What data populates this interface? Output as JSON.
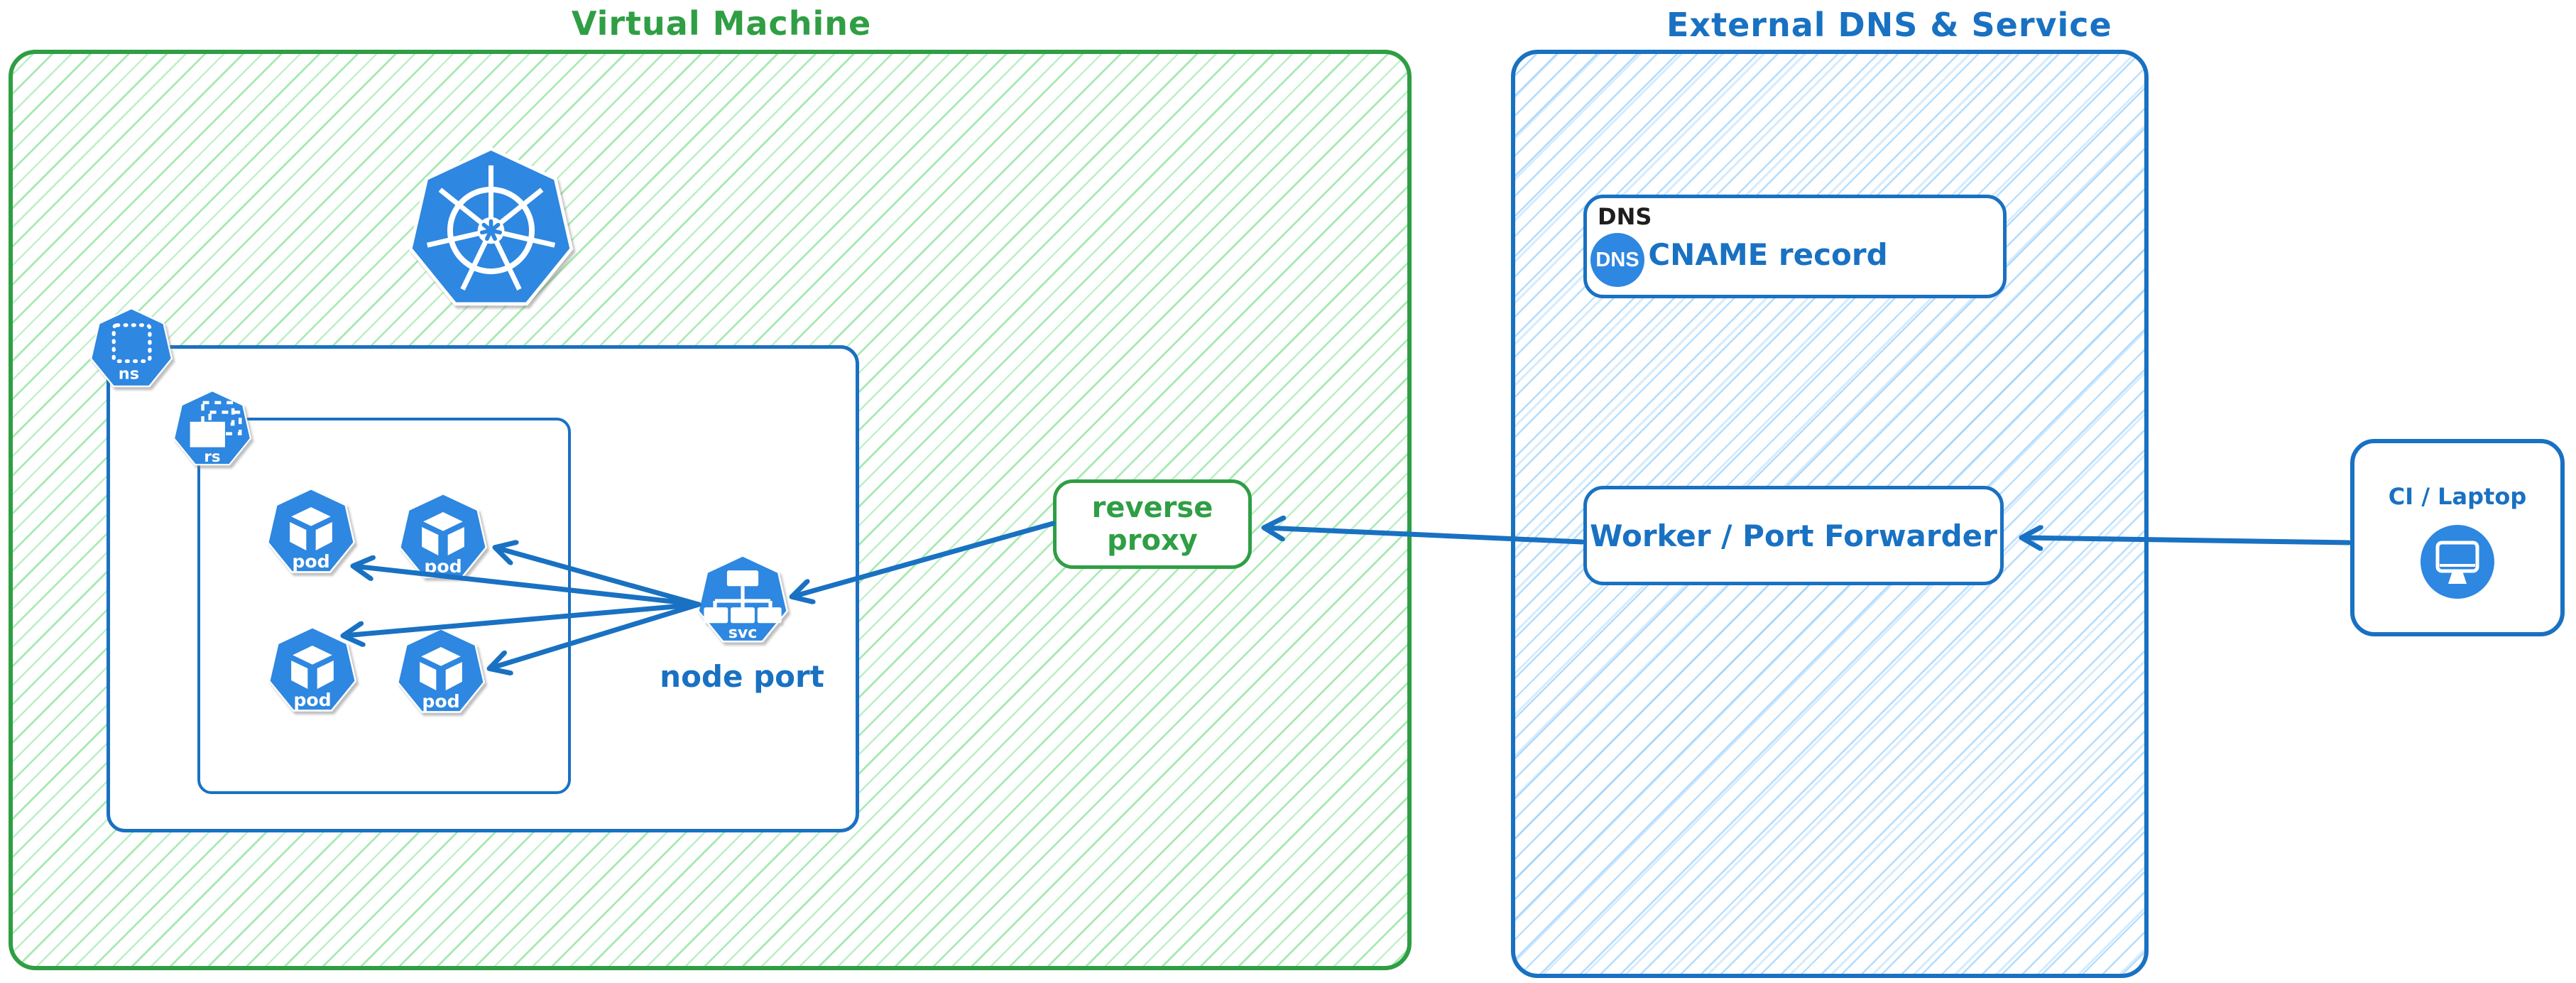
{
  "colors": {
    "green_stroke": "#2f9e44",
    "blue_stroke": "#1971c2",
    "icon_blue": "#2e87e0",
    "hatch_green": "#69db7c",
    "hatch_blue": "#74c0fc",
    "black_text": "#1e1e1e"
  },
  "vm_panel": {
    "title": "Virtual Machine",
    "namespace_icon_label": "ns",
    "replicaset_icon_label": "rs",
    "pods": [
      "pod",
      "pod",
      "pod",
      "pod"
    ],
    "service_icon_label": "svc",
    "service_caption": "node port",
    "reverse_proxy_label": "reverse proxy"
  },
  "external_panel": {
    "title": "External DNS & Service",
    "dns_box": {
      "tag": "DNS",
      "badge": "DNS",
      "label": "CNAME record"
    },
    "worker_label": "Worker / Port Forwarder"
  },
  "client_box": {
    "label": "CI / Laptop"
  }
}
